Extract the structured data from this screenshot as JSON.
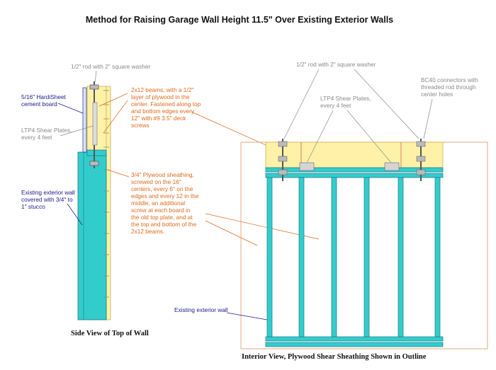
{
  "title": "Method for Raising Garage Wall Height 11.5\" Over Existing Exterior Walls",
  "side_view": {
    "caption": "Side View of Top of Wall",
    "rod_label": "1/2\" rod with 2\" square washer",
    "hardisheet_label": [
      "5/16\" HardiSheet",
      "cement board"
    ],
    "ltp4_label": [
      "LTP4 Shear Plates,",
      "every 4 feet"
    ],
    "existing_wall_label": [
      "Existing exterior wall",
      "covered with 3/4\" to",
      "1\" stucco"
    ],
    "beams_label": [
      "2x12 beams, with a 1/2\"",
      "layer of plywood in the",
      "center.  Fastened along top",
      "and bottom edges every",
      "12\" with #9 3.5\" deck",
      "screws"
    ],
    "plywood_label": [
      "3/4\" Plywood sheathing,",
      "screwed on the 16\"",
      "centers, every 6\" on the",
      "edges and every 12 in the",
      "middle, an additional",
      "screw at each board in",
      "the old top plate, and at",
      "the top and bottom of the",
      "2x12 beams."
    ]
  },
  "interior_view": {
    "caption": "Interior View, Plywood Shear Sheathing Shown in Outline",
    "rod_label": "1/2\" rod with 2\" square washer",
    "ltp4_label": [
      "LTP4 Shear Plates,",
      "every 4 feet"
    ],
    "bc40_label": [
      "BC40 connectors with",
      "threaded rod through",
      "center holes"
    ],
    "existing_wall_label": "Existing exterior wall"
  },
  "colors": {
    "stud": "#33cccc",
    "beam": "#fff2a8",
    "outline": "#e3a070",
    "label_gray": "#8a8a8a",
    "label_navy": "#1a1a8c",
    "label_orange": "#e06a1b"
  }
}
